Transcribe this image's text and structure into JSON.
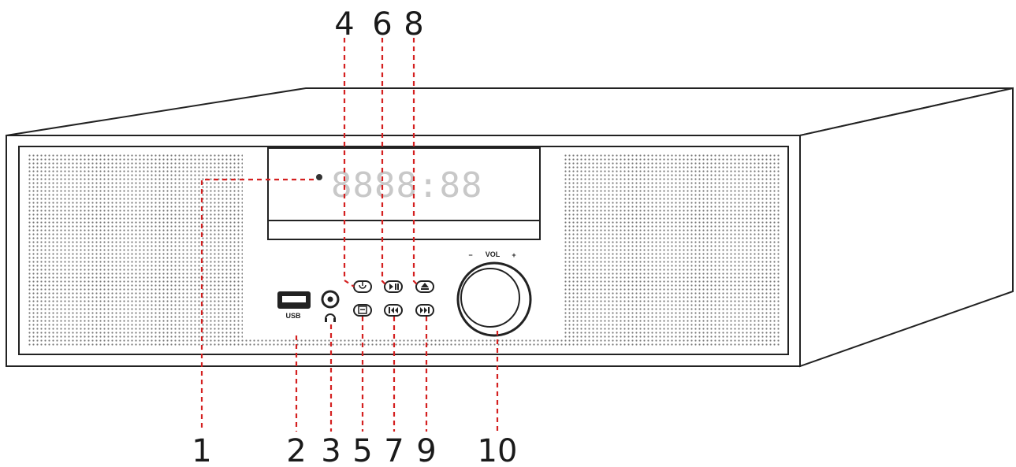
{
  "display": {
    "text": "8888:88",
    "indicator_icon": "standby-led-icon"
  },
  "volume": {
    "label": "VOL",
    "minus": "−",
    "plus": "+"
  },
  "usb": {
    "label": "USB"
  },
  "colors": {
    "leader": "#d42020",
    "outline": "#222222",
    "segment": "#c8c8c8"
  },
  "callouts": {
    "c1": "1",
    "c2": "2",
    "c3": "3",
    "c4": "4",
    "c5": "5",
    "c6": "6",
    "c7": "7",
    "c8": "8",
    "c9": "9",
    "c10": "10"
  },
  "buttons": [
    {
      "id": "4",
      "icon": "power-icon"
    },
    {
      "id": "5",
      "icon": "source-icon"
    },
    {
      "id": "6",
      "icon": "play-pause-icon"
    },
    {
      "id": "7",
      "icon": "previous-track-icon"
    },
    {
      "id": "8",
      "icon": "eject-icon"
    },
    {
      "id": "9",
      "icon": "next-track-icon"
    }
  ]
}
